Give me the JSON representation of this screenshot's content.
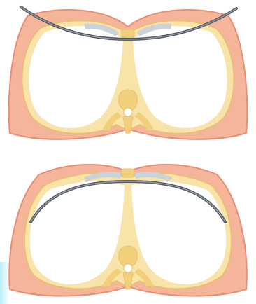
{
  "colors": {
    "background": "#ffffff",
    "soft_tissue": "#f4b59b",
    "soft_tissue_edge": "#e98e74",
    "rib_bone": "#f8e3a8",
    "rib_bone_edge": "#e8c06c",
    "lung_cavity": "#ffffff",
    "cartilage": "#c9d3d8",
    "sternum": "#f2cf7b",
    "bar_implant": "#555b66",
    "bar_highlight": "#9aa2ad"
  },
  "panels": [
    {
      "id": "before",
      "implant": "bar-outside-chest-wall",
      "icons": [
        "thorax-cross-section",
        "rib-cage",
        "left-lung-cavity",
        "right-lung-cavity",
        "vertebra",
        "sternum",
        "costal-cartilage",
        "corrective-bar"
      ]
    },
    {
      "id": "after",
      "implant": "bar-under-sternum",
      "icons": [
        "thorax-cross-section",
        "rib-cage",
        "left-lung-cavity",
        "right-lung-cavity",
        "vertebra",
        "sternum",
        "costal-cartilage",
        "corrective-bar"
      ]
    }
  ]
}
